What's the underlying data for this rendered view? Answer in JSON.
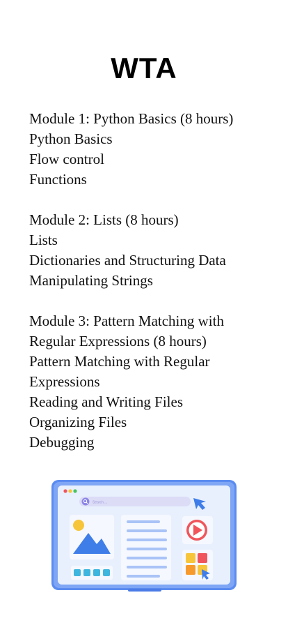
{
  "title": "WTA",
  "modules": [
    {
      "heading": "Module 1: Python Basics (8 hours)",
      "items": [
        "Python Basics",
        "Flow control",
        "Functions"
      ]
    },
    {
      "heading": "Module 2: Lists (8 hours)",
      "items": [
        "Lists",
        "Dictionaries and Structuring Data",
        "Manipulating Strings"
      ]
    },
    {
      "heading": "Module 3: Pattern Matching with Regular Expressions (8 hours)",
      "items": [
        "Pattern Matching with Regular Expressions",
        "Reading and Writing Files",
        "Organizing Files",
        "Debugging"
      ]
    }
  ],
  "illustration": {
    "search_placeholder": "Search....",
    "colors": {
      "frame": "#5b8cf0",
      "screen": "#e9f0fd",
      "accent_red": "#f0555b",
      "sun": "#f7c53a",
      "mountain": "#3f7ee8",
      "tile_orange": "#f79a2c",
      "tile_red": "#f0555b",
      "tile_yellow": "#f7c53a"
    },
    "icons": [
      "window-dots-icon",
      "search-icon",
      "cursor-arrow-icon",
      "image-icon",
      "play-icon",
      "grid-icon"
    ]
  }
}
